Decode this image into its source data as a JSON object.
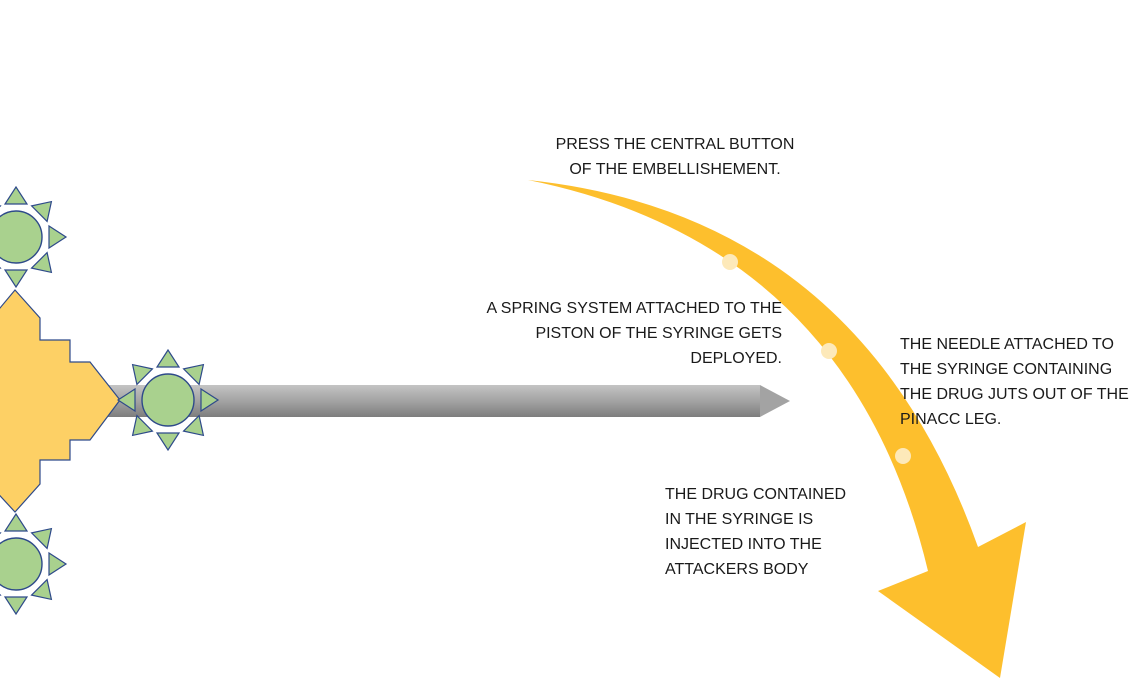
{
  "colors": {
    "arrow": "#fdbf2d",
    "arrow_dot": "#fde9b9",
    "body_fill": "#fdd065",
    "body_stroke": "#2e4a8a",
    "gear_fill": "#a9d18e",
    "gear_stroke": "#2e4a8a",
    "needle": "#a3a3a3",
    "text": "#1a1a1a"
  },
  "steps": [
    {
      "id": "step-1",
      "lines": [
        "PRESS THE CENTRAL BUTTON",
        "OF THE EMBELLISHEMENT."
      ]
    },
    {
      "id": "step-2",
      "lines": [
        "A SPRING SYSTEM ATTACHED TO THE",
        "PISTON OF THE SYRINGE GETS",
        "DEPLOYED."
      ]
    },
    {
      "id": "step-3",
      "lines": [
        "THE NEEDLE ATTACHED TO",
        "THE SYRINGE CONTAINING",
        "THE DRUG JUTS OUT OF THE",
        "PINACC LEG."
      ]
    },
    {
      "id": "step-4",
      "lines": [
        "THE DRUG CONTAINED",
        "IN THE SYRINGE IS",
        "INJECTED INTO THE",
        "ATTACKERS BODY"
      ]
    }
  ]
}
